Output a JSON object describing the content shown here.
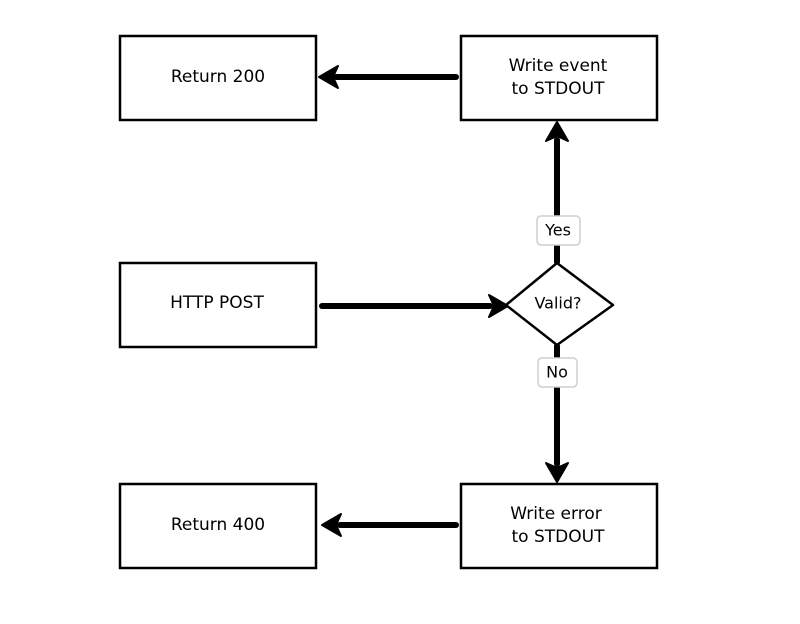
{
  "nodes": {
    "return_200": {
      "label": "Return 200"
    },
    "write_event": {
      "line1": "Write event",
      "line2": "to STDOUT"
    },
    "http_post": {
      "label": "HTTP POST"
    },
    "valid": {
      "label": "Valid?"
    },
    "return_400": {
      "label": "Return 400"
    },
    "write_error": {
      "line1": "Write error",
      "line2": "to STDOUT"
    }
  },
  "edges": {
    "yes_label": "Yes",
    "no_label": "No"
  }
}
